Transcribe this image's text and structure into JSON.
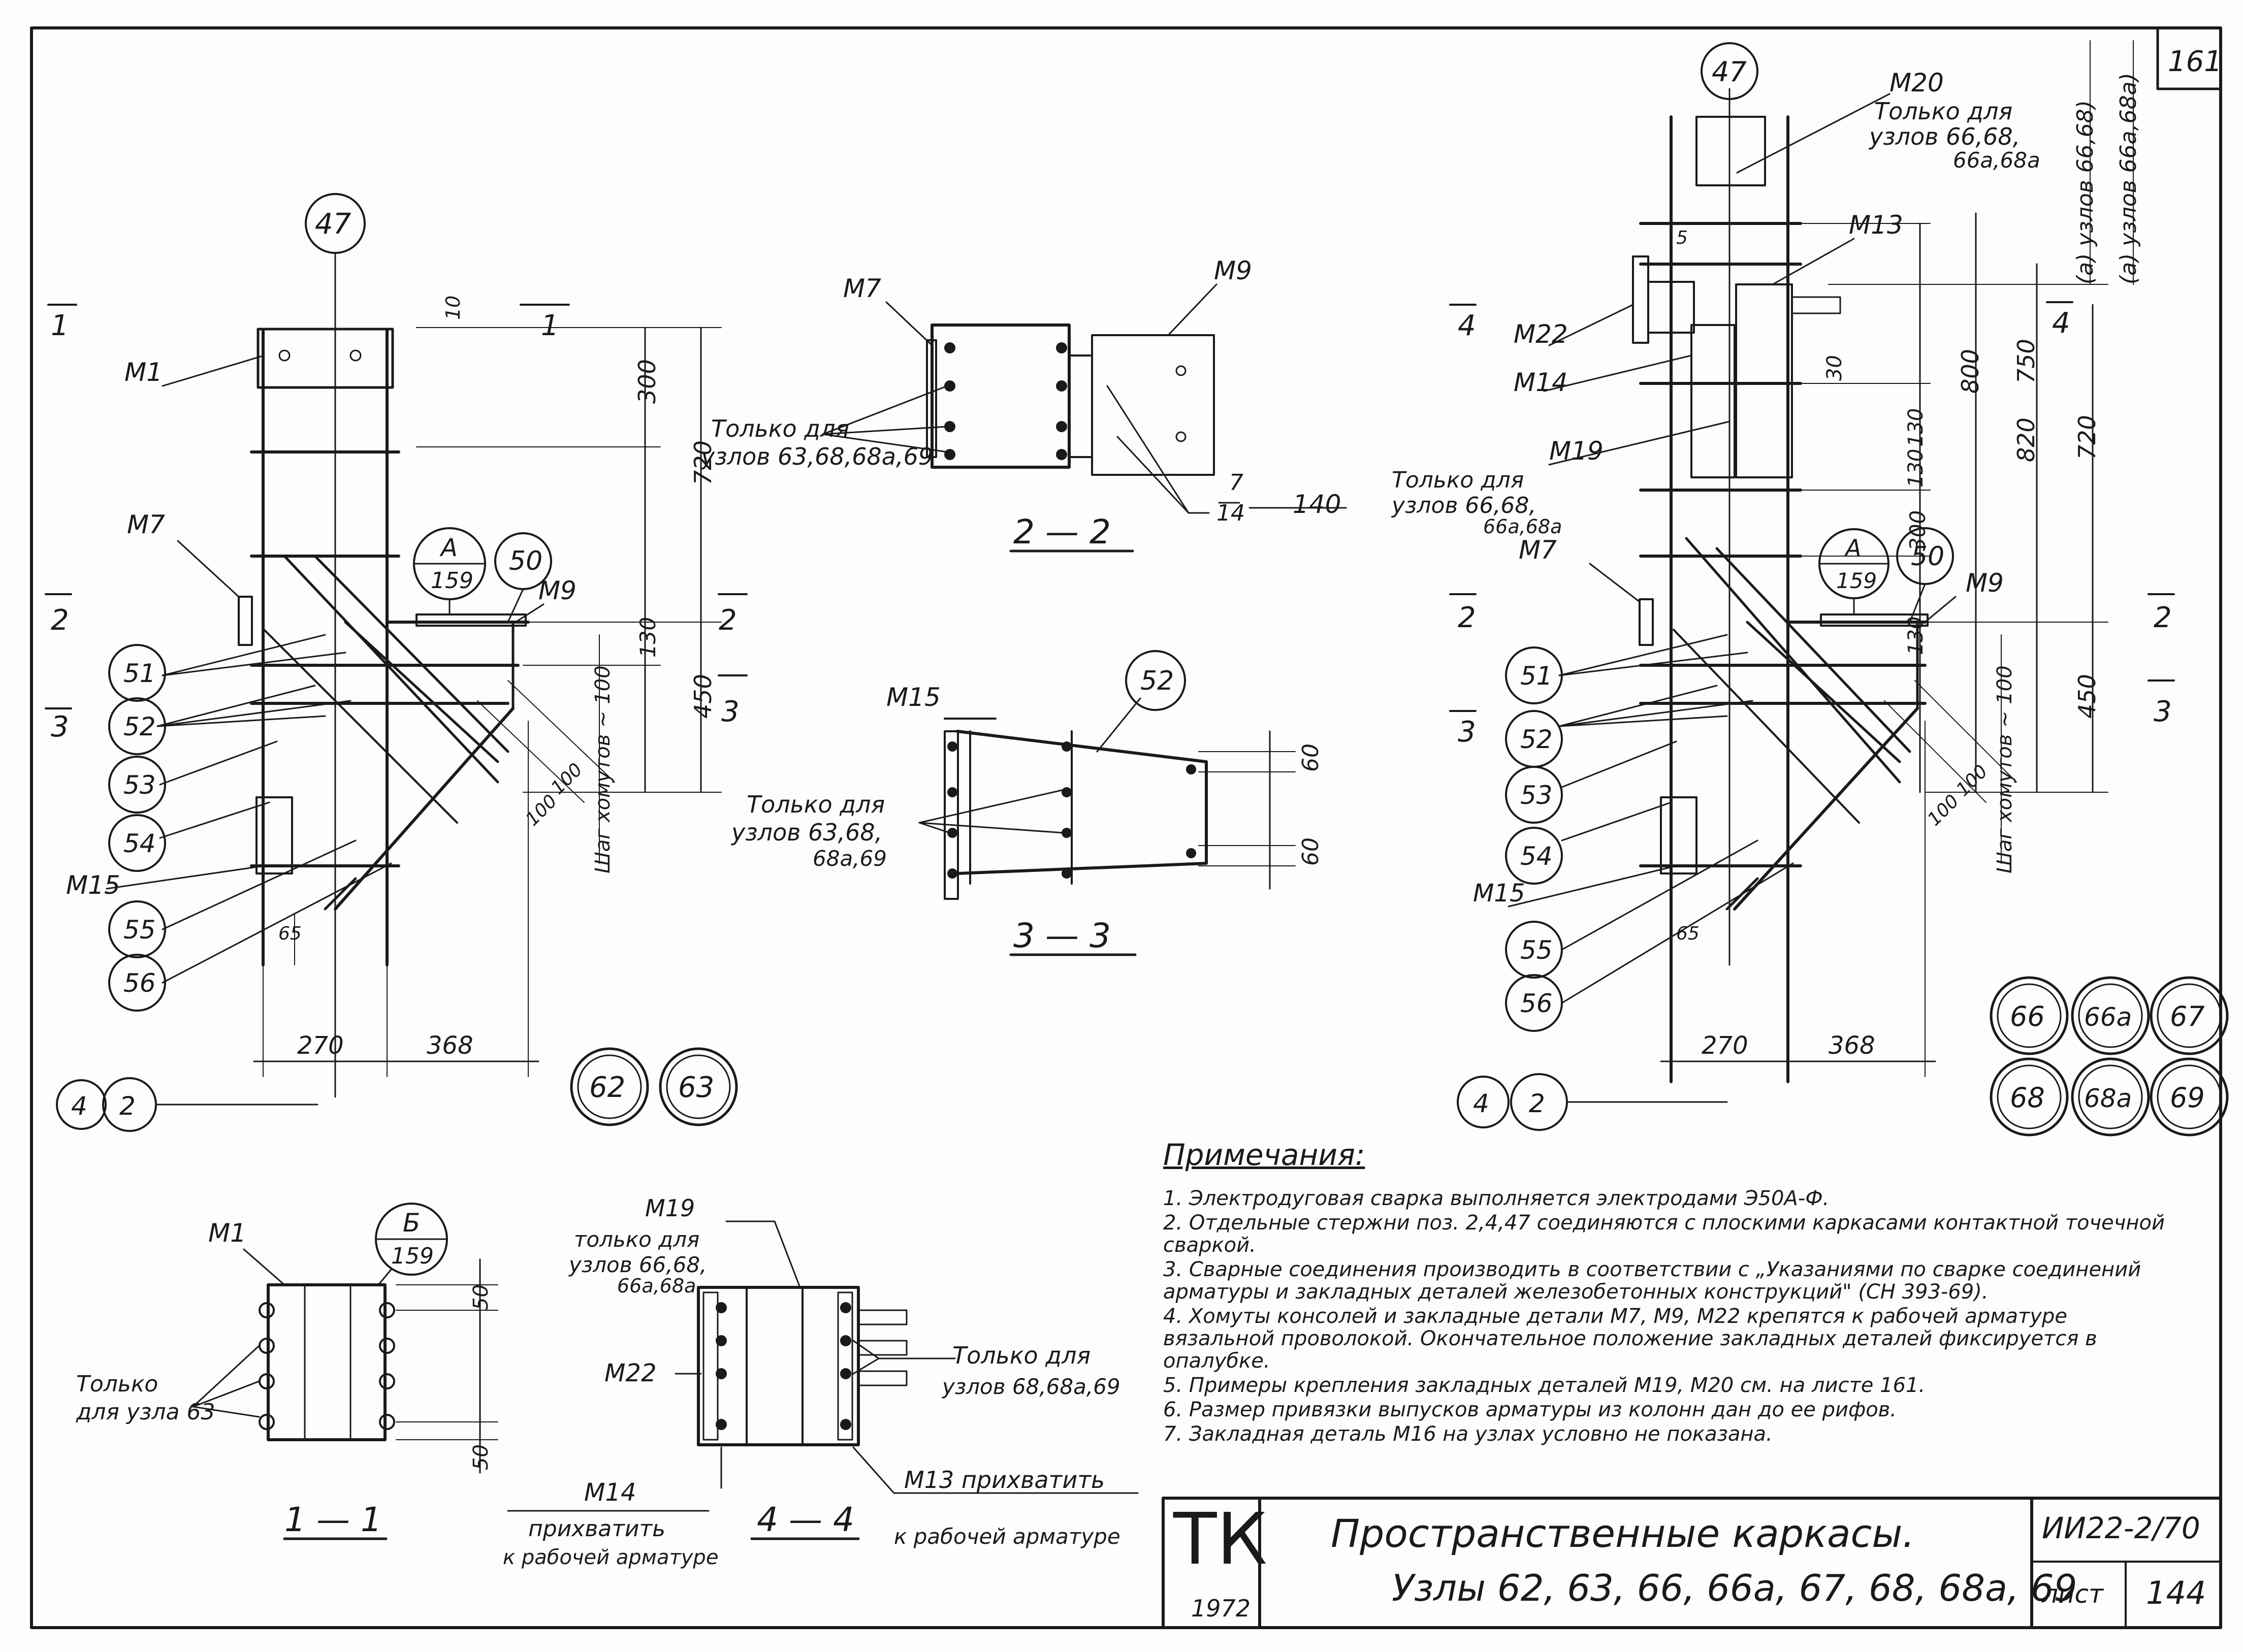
{
  "sheet": {
    "corner_number": "161",
    "sheet_code": "ИИ22-2/70",
    "sheet_label": "лист",
    "sheet_number": "144",
    "org_mark": "ТК",
    "year": "1972",
    "title_line1": "Пространственные каркасы.",
    "title_line2": "Узлы 62, 63, 66, 66а, 67, 68, 68а, 69"
  },
  "left_view": {
    "bubble_top": "47",
    "section_marks": [
      "1",
      "1",
      "2",
      "2",
      "3",
      "3"
    ],
    "labels": {
      "m1": "М1",
      "m7": "М7",
      "m9": "М9",
      "m15": "М15"
    },
    "detail_ref": {
      "top": "А",
      "bottom": "159"
    },
    "pos_50": "50",
    "positions": [
      "51",
      "52",
      "53",
      "54",
      "55",
      "56"
    ],
    "dims": {
      "d10": "10",
      "d300": "300",
      "d720": "720",
      "d450": "450",
      "d130": "130",
      "step": "Шаг хомутов ~ 100",
      "d100a": "100",
      "d100b": "100",
      "d65": "65",
      "d270": "270",
      "d368": "368"
    },
    "bottom_bubbles": [
      "4",
      "2"
    ],
    "node_numbers": [
      "62",
      "63"
    ]
  },
  "section_2_2": {
    "m7": "М7",
    "m9": "М9",
    "note_l1": "Только для",
    "note_l2": "узлов 63,68,68а,69",
    "frac_top": "7",
    "frac_bottom": "14",
    "dim": "140",
    "caption": "2 — 2"
  },
  "section_3_3": {
    "m15": "М15",
    "pos": "52",
    "note_l1": "Только для",
    "note_l2": "узлов 63,68,",
    "note_l3": "68а,69",
    "d60a": "60",
    "d60b": "60",
    "caption": "3 — 3"
  },
  "section_1_1": {
    "m1": "М1",
    "ref_top": "Б",
    "ref_bottom": "159",
    "note_l1": "Только",
    "note_l2": "для узла 63",
    "d50a": "50",
    "d50b": "50",
    "caption": "1 — 1"
  },
  "section_4_4": {
    "m19": "М19",
    "note_l1": "только для",
    "note_l2": "узлов 66,68,",
    "note_l3": "66а,68а",
    "m22": "М22",
    "right_note_l1": "Только для",
    "right_note_l2": "узлов 68,68а,69",
    "m14": "М14",
    "m14_note_l1": "прихватить",
    "m14_note_l2": "к рабочей арматуре",
    "m13_note_l1": "М13 прихватить",
    "m13_note_l2": "к рабочей арматуре",
    "caption": "4 — 4"
  },
  "right_view": {
    "bubble_top": "47",
    "m20_l1": "М20",
    "m20_l2": "Только для",
    "m20_l3": "узлов 66,68,",
    "m20_l4": "66а,68а",
    "vert_note_a": "(а) узлов 66,68)",
    "vert_note_b": "(а) узлов 66а,68а)",
    "labels": {
      "m13": "М13",
      "m22": "М22",
      "m14": "М14",
      "m19": "М19",
      "m7": "М7",
      "m9": "М9",
      "m15": "М15"
    },
    "m19_note_l1": "Только для",
    "m19_note_l2": "узлов 66,68,",
    "m19_note_l3": "66а,68а",
    "section_marks": [
      "4",
      "4",
      "2",
      "2",
      "3",
      "3"
    ],
    "detail_ref": {
      "top": "А",
      "bottom": "159"
    },
    "pos_50": "50",
    "positions": [
      "51",
      "52",
      "53",
      "54",
      "55",
      "56"
    ],
    "dims": {
      "d5": "5",
      "d30": "30",
      "d130a": "130",
      "d130b": "130",
      "d130c": "130",
      "d300": "300",
      "d800": "800",
      "d750": "750",
      "d820": "820",
      "d720": "720",
      "d450": "450",
      "step": "Шаг хомутов ~ 100",
      "d100a": "100",
      "d100b": "100",
      "d65": "65",
      "d270": "270",
      "d368": "368"
    },
    "bottom_bubbles": [
      "4",
      "2"
    ],
    "node_numbers": [
      "66",
      "66а",
      "67",
      "68",
      "68а",
      "69"
    ]
  },
  "notes": {
    "heading": "Примечания:",
    "items": [
      "1. Электродуговая сварка выполняется электродами Э50А-Ф.",
      "2. Отдельные стержни поз. 2,4,47 соединяются с плоскими каркасами контактной точечной сваркой.",
      "3. Сварные соединения производить в соответствии с „Указаниями по сварке соединений арматуры и закладных деталей железобетонных конструкций\" (СН 393-69).",
      "4. Хомуты консолей и закладные детали М7, М9, М22 крепятся к рабочей арматуре вязальной проволокой. Окончательное положение закладных деталей фиксируется в опалубке.",
      "5. Примеры крепления закладных деталей М19, М20 см. на листе 161.",
      "6. Размер привязки выпусков арматуры из колонн дан до ее рифов.",
      "7. Закладная деталь М16 на узлах условно не показана."
    ]
  }
}
